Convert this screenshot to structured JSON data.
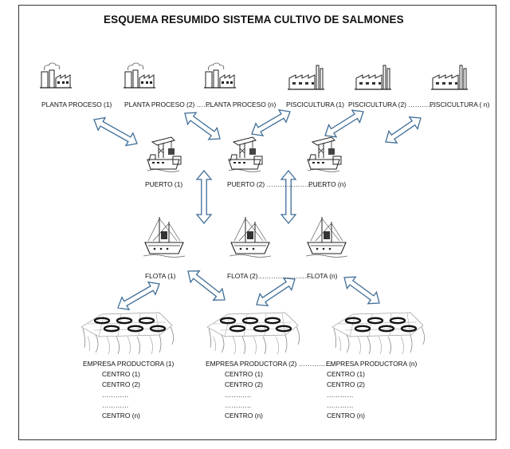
{
  "title": "ESQUEMA RESUMIDO SISTEMA CULTIVO DE SALMONES",
  "icons": {
    "plant": "factory-icon",
    "hatchery": "hatchery-icon",
    "port": "port-crane-ship-icon",
    "fleet": "ship-icon",
    "farm": "salmon-cages-icon"
  },
  "top_row": {
    "labels": [
      "PLANTA PROCESO (1)",
      "PLANTA PROCESO (2) ……..",
      "PLANTA PROCESO (n)",
      "PISCICULTURA (1)",
      "PISCICULTURA (2) …………",
      "PISCICULTURA ( n)"
    ]
  },
  "ports": {
    "labels": [
      "PUERTO (1)",
      "PUERTO (2) ………………………",
      "PUERTO (n)"
    ]
  },
  "fleets": {
    "labels": [
      "FLOTA (1)",
      "FLOTA (2)…………………….",
      "FLOTA (n)"
    ]
  },
  "companies": [
    {
      "name": "EMPRESA PRODUCTORA (1)",
      "lines": [
        "CENTRO (1)",
        "CENTRO (2)",
        "…………",
        "…………",
        "CENTRO (n)"
      ]
    },
    {
      "name": "EMPRESA PRODUCTORA (2) …………….",
      "lines": [
        "CENTRO (1)",
        "CENTRO (2)",
        "…………",
        "…………",
        "CENTRO (n)"
      ]
    },
    {
      "name": "EMPRESA PRODUCTORA (n)",
      "lines": [
        "CENTRO (1)",
        "CENTRO (2)",
        "…………",
        "…………",
        "CENTRO (n)"
      ]
    }
  ],
  "arrow_color": "#3f6d96"
}
